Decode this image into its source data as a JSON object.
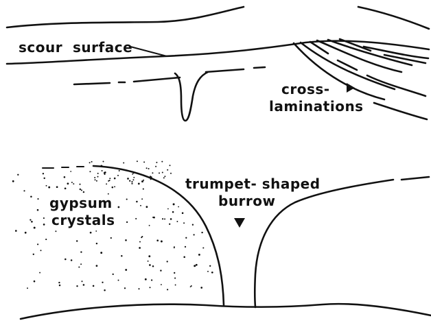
{
  "labels": {
    "scour_surface": "scour  surface",
    "cross_line1": "cross-",
    "cross_line2": "laminations",
    "gypsum_line1": "gypsum",
    "gypsum_line2": "crystals",
    "trumpet_line1": "trumpet- shaped",
    "trumpet_line2": "burrow"
  },
  "colors": {
    "ink": "#111111",
    "paper": "#ffffff"
  }
}
